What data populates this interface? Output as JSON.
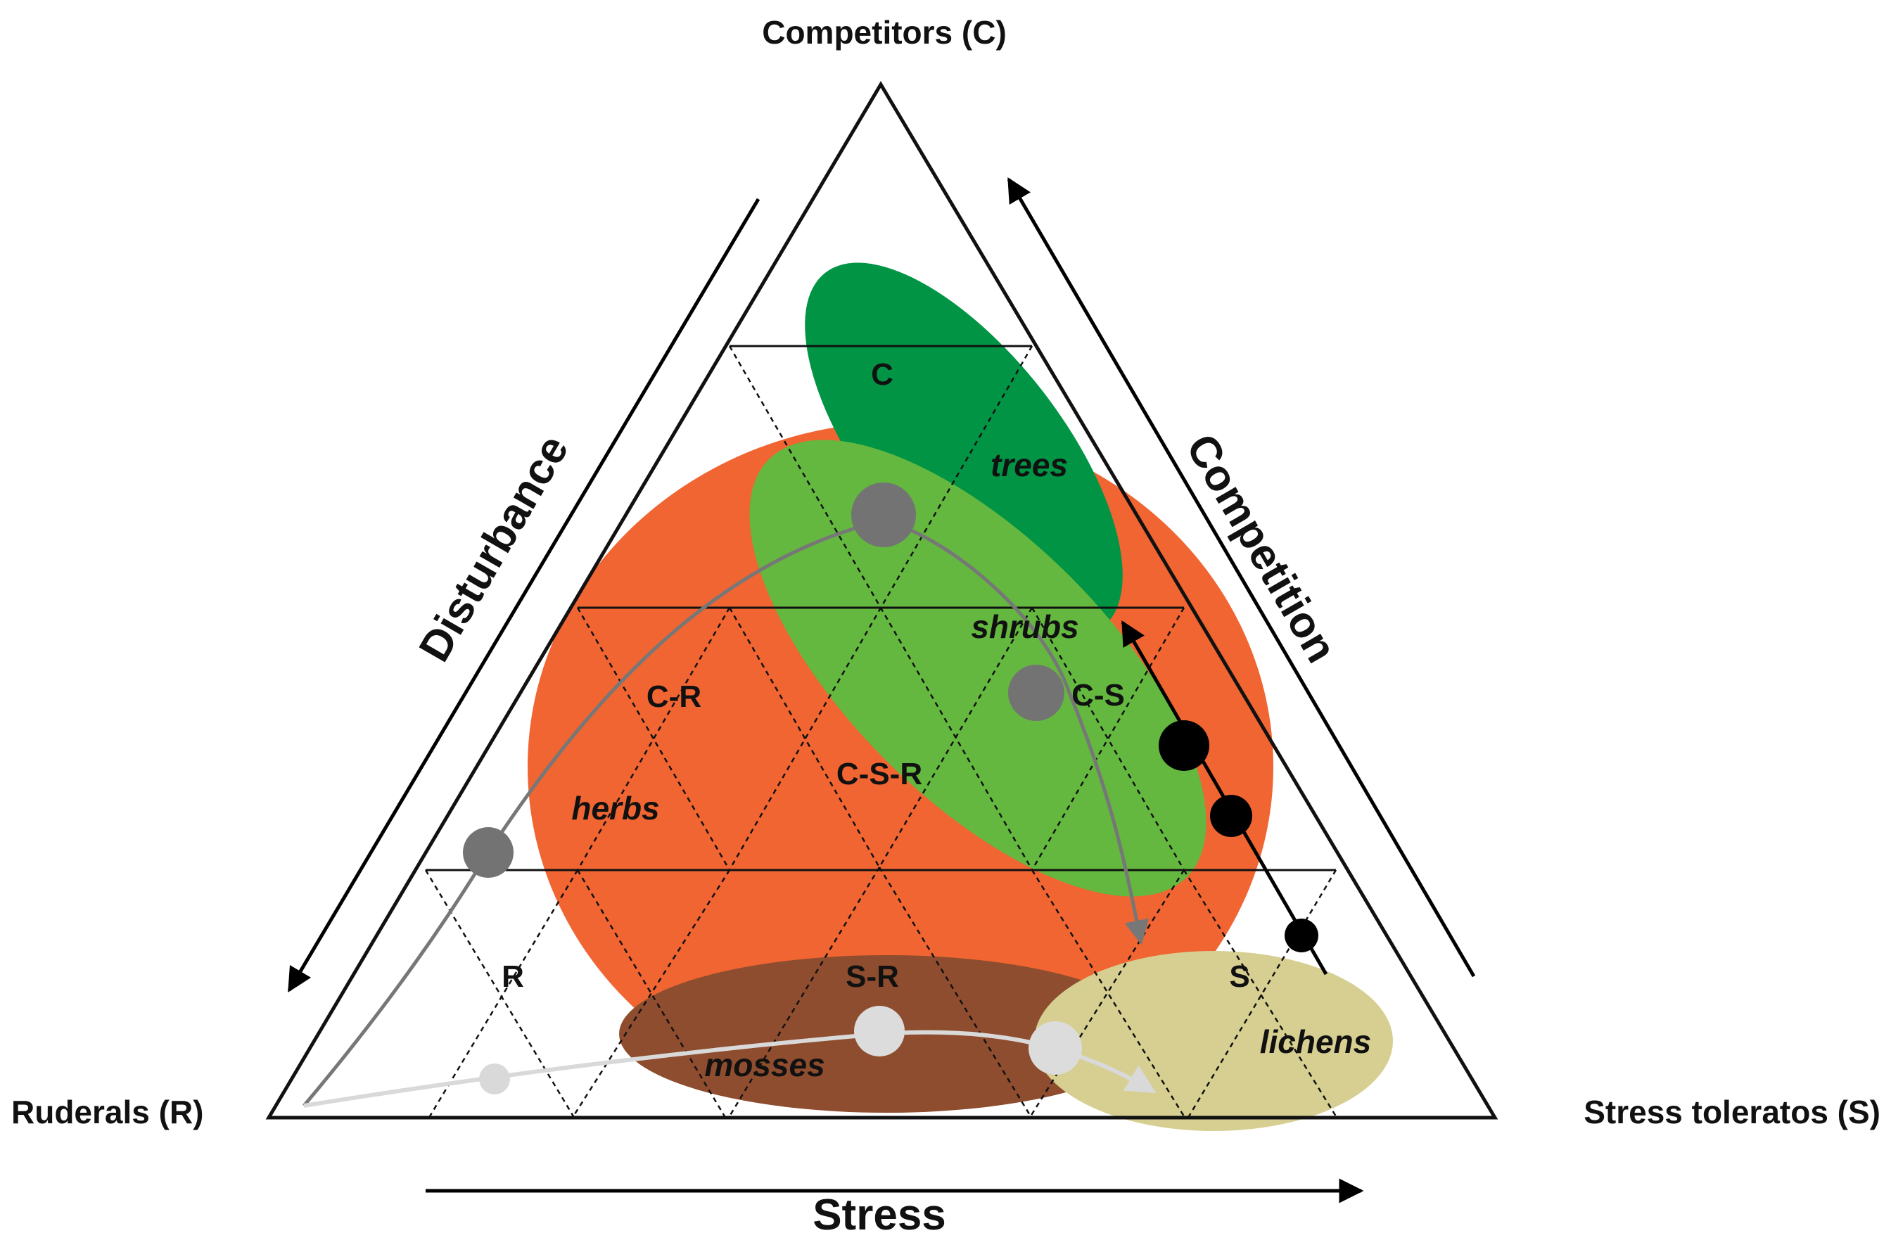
{
  "corners": {
    "top": "Competitors (C)",
    "left": "Ruderals (R)",
    "right": "Stress toleratos (S)"
  },
  "axes": {
    "left": "Disturbance",
    "right": "Competition",
    "bottom": "Stress"
  },
  "regions": {
    "c": "C",
    "cr": "C-R",
    "cs": "C-S",
    "csr": "C-S-R",
    "r": "R",
    "sr": "S-R",
    "s": "S"
  },
  "groups": {
    "trees": "trees",
    "shrubs": "shrubs",
    "herbs": "herbs",
    "mosses": "mosses",
    "lichens": "lichens"
  },
  "colors": {
    "herbs": "#f06532",
    "trees": "#009444",
    "shrubs": "#64b83f",
    "mosses": "#8e4d2e",
    "lichens": "#d6cf91",
    "dark_path": "#777777",
    "light_path": "#d9d9d9",
    "black_path": "#000000"
  }
}
